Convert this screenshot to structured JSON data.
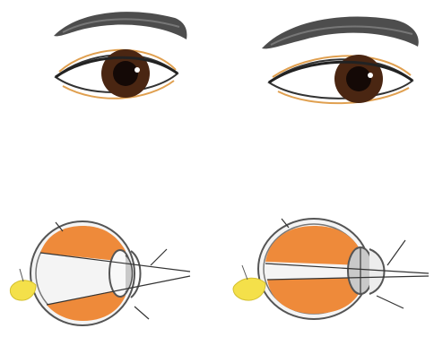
{
  "figure": {
    "panels": [
      {
        "id": "eye-exterior-left",
        "kind": "eye-exterior"
      },
      {
        "id": "eye-exterior-right",
        "kind": "eye-exterior"
      },
      {
        "id": "eye-section-left",
        "kind": "eye-cross-section"
      },
      {
        "id": "eye-section-right",
        "kind": "eye-cross-section"
      }
    ],
    "colors": {
      "brow": "#3a3a3a",
      "iris": "#4a2612",
      "pupil": "#140906",
      "lid_line": "#e0a050",
      "eyeball_fill": "#ee8a3a",
      "lens_fill": "#c9c9c9",
      "optic_nerve": "#f4e04a",
      "outline": "#555555"
    }
  }
}
